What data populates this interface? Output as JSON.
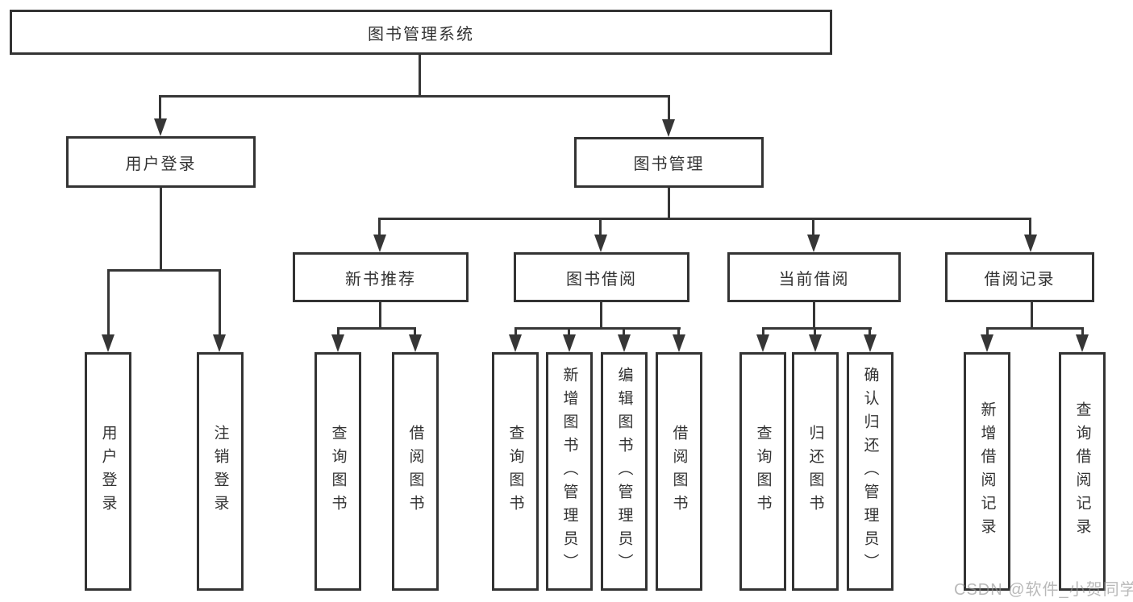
{
  "tree": {
    "label": "图书管理系统",
    "children": [
      {
        "label": "用户登录",
        "children": [
          {
            "label": "用户登录"
          },
          {
            "label": "注销登录"
          }
        ]
      },
      {
        "label": "图书管理",
        "children": [
          {
            "label": "新书推荐",
            "children": [
              {
                "label": "查询图书"
              },
              {
                "label": "借阅图书"
              }
            ]
          },
          {
            "label": "图书借阅",
            "children": [
              {
                "label": "查询图书"
              },
              {
                "label": "新增图书（管理员）"
              },
              {
                "label": "编辑图书（管理员）"
              },
              {
                "label": "借阅图书"
              }
            ]
          },
          {
            "label": "当前借阅",
            "children": [
              {
                "label": "查询图书"
              },
              {
                "label": "归还图书"
              },
              {
                "label": "确认归还（管理员）"
              }
            ]
          },
          {
            "label": "借阅记录",
            "children": [
              {
                "label": "新增借阅记录"
              },
              {
                "label": "查询借阅记录"
              }
            ]
          }
        ]
      }
    ]
  },
  "watermark": "CSDN @软件_小贺同学",
  "colors": {
    "line": "#363636",
    "border": "#333333",
    "text": "#333333",
    "watermark": "#949494"
  }
}
